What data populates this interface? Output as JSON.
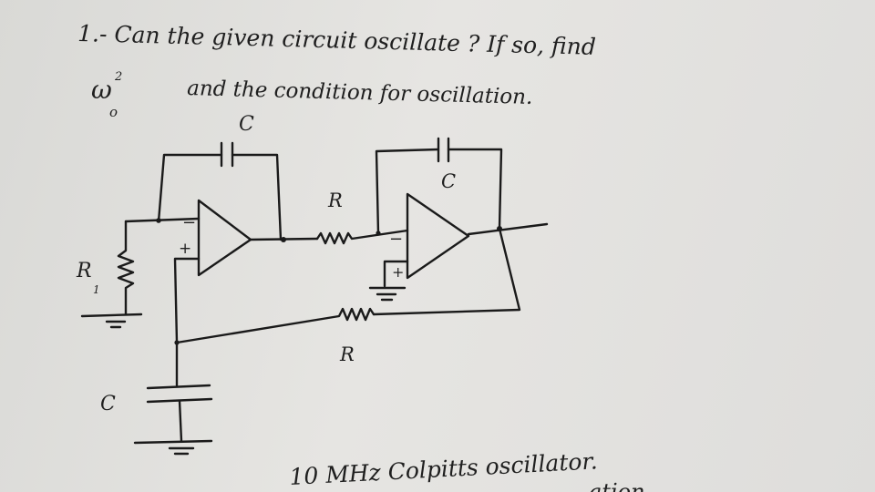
{
  "problem": {
    "line1": "1.- Can   the   given circuit oscillate ?   If   so,   find",
    "line2_w": "ω",
    "line2_sup": "2",
    "line2_sub": "o",
    "line2_rest": "and        the       condition   for   oscillation."
  },
  "circuit": {
    "labels": {
      "cap_top_left": "C",
      "cap_top_right": "C",
      "resistor_mid": "R",
      "resistor_bottom": "R",
      "resistor_r1": "R",
      "resistor_r1_sub": "1",
      "cap_bottom": "C",
      "opamp1_minus": "−",
      "opamp1_plus": "+",
      "opamp2_minus": "−",
      "opamp2_plus": "+"
    }
  },
  "next_problem": {
    "text": "10 MHz    Colpitts     oscillator.",
    "partial": "ation"
  }
}
